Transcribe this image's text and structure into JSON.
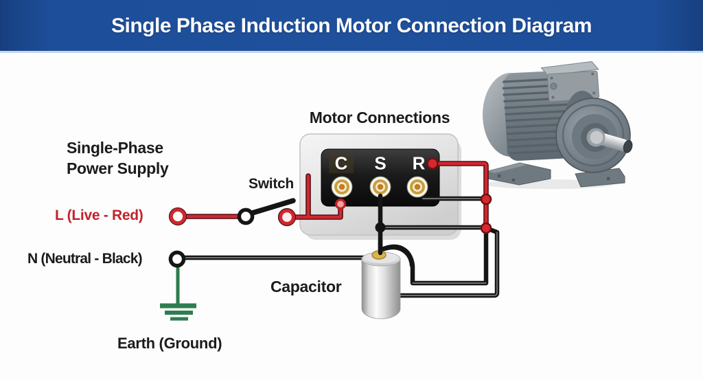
{
  "header": {
    "title": "Single Phase Induction Motor Connection Diagram"
  },
  "diagram": {
    "motor_connections_label": "Motor Connections",
    "supply_label_line1": "Single-Phase",
    "supply_label_line2": "Power Supply",
    "switch_label": "Switch",
    "live_label": "L (Live - Red)",
    "neutral_label": "N (Neutral - Black)",
    "earth_label": "Earth (Ground)",
    "capacitor_label": "Capacitor",
    "terminals": {
      "capacitor_terminal": "C",
      "start_terminal": "S",
      "run_terminal": "R"
    }
  },
  "colors": {
    "header_blue": "#1d4e99",
    "header_text": "#ffffff",
    "live_wire_red": "#d22730",
    "label_red": "#c2232b",
    "neutral_wire_black": "#151515",
    "earth_green": "#2e7d4f",
    "terminal_gold": "#c79f3c",
    "plate_gray": "#e6e6e6",
    "terminal_box_black": "#1a1a1a"
  }
}
